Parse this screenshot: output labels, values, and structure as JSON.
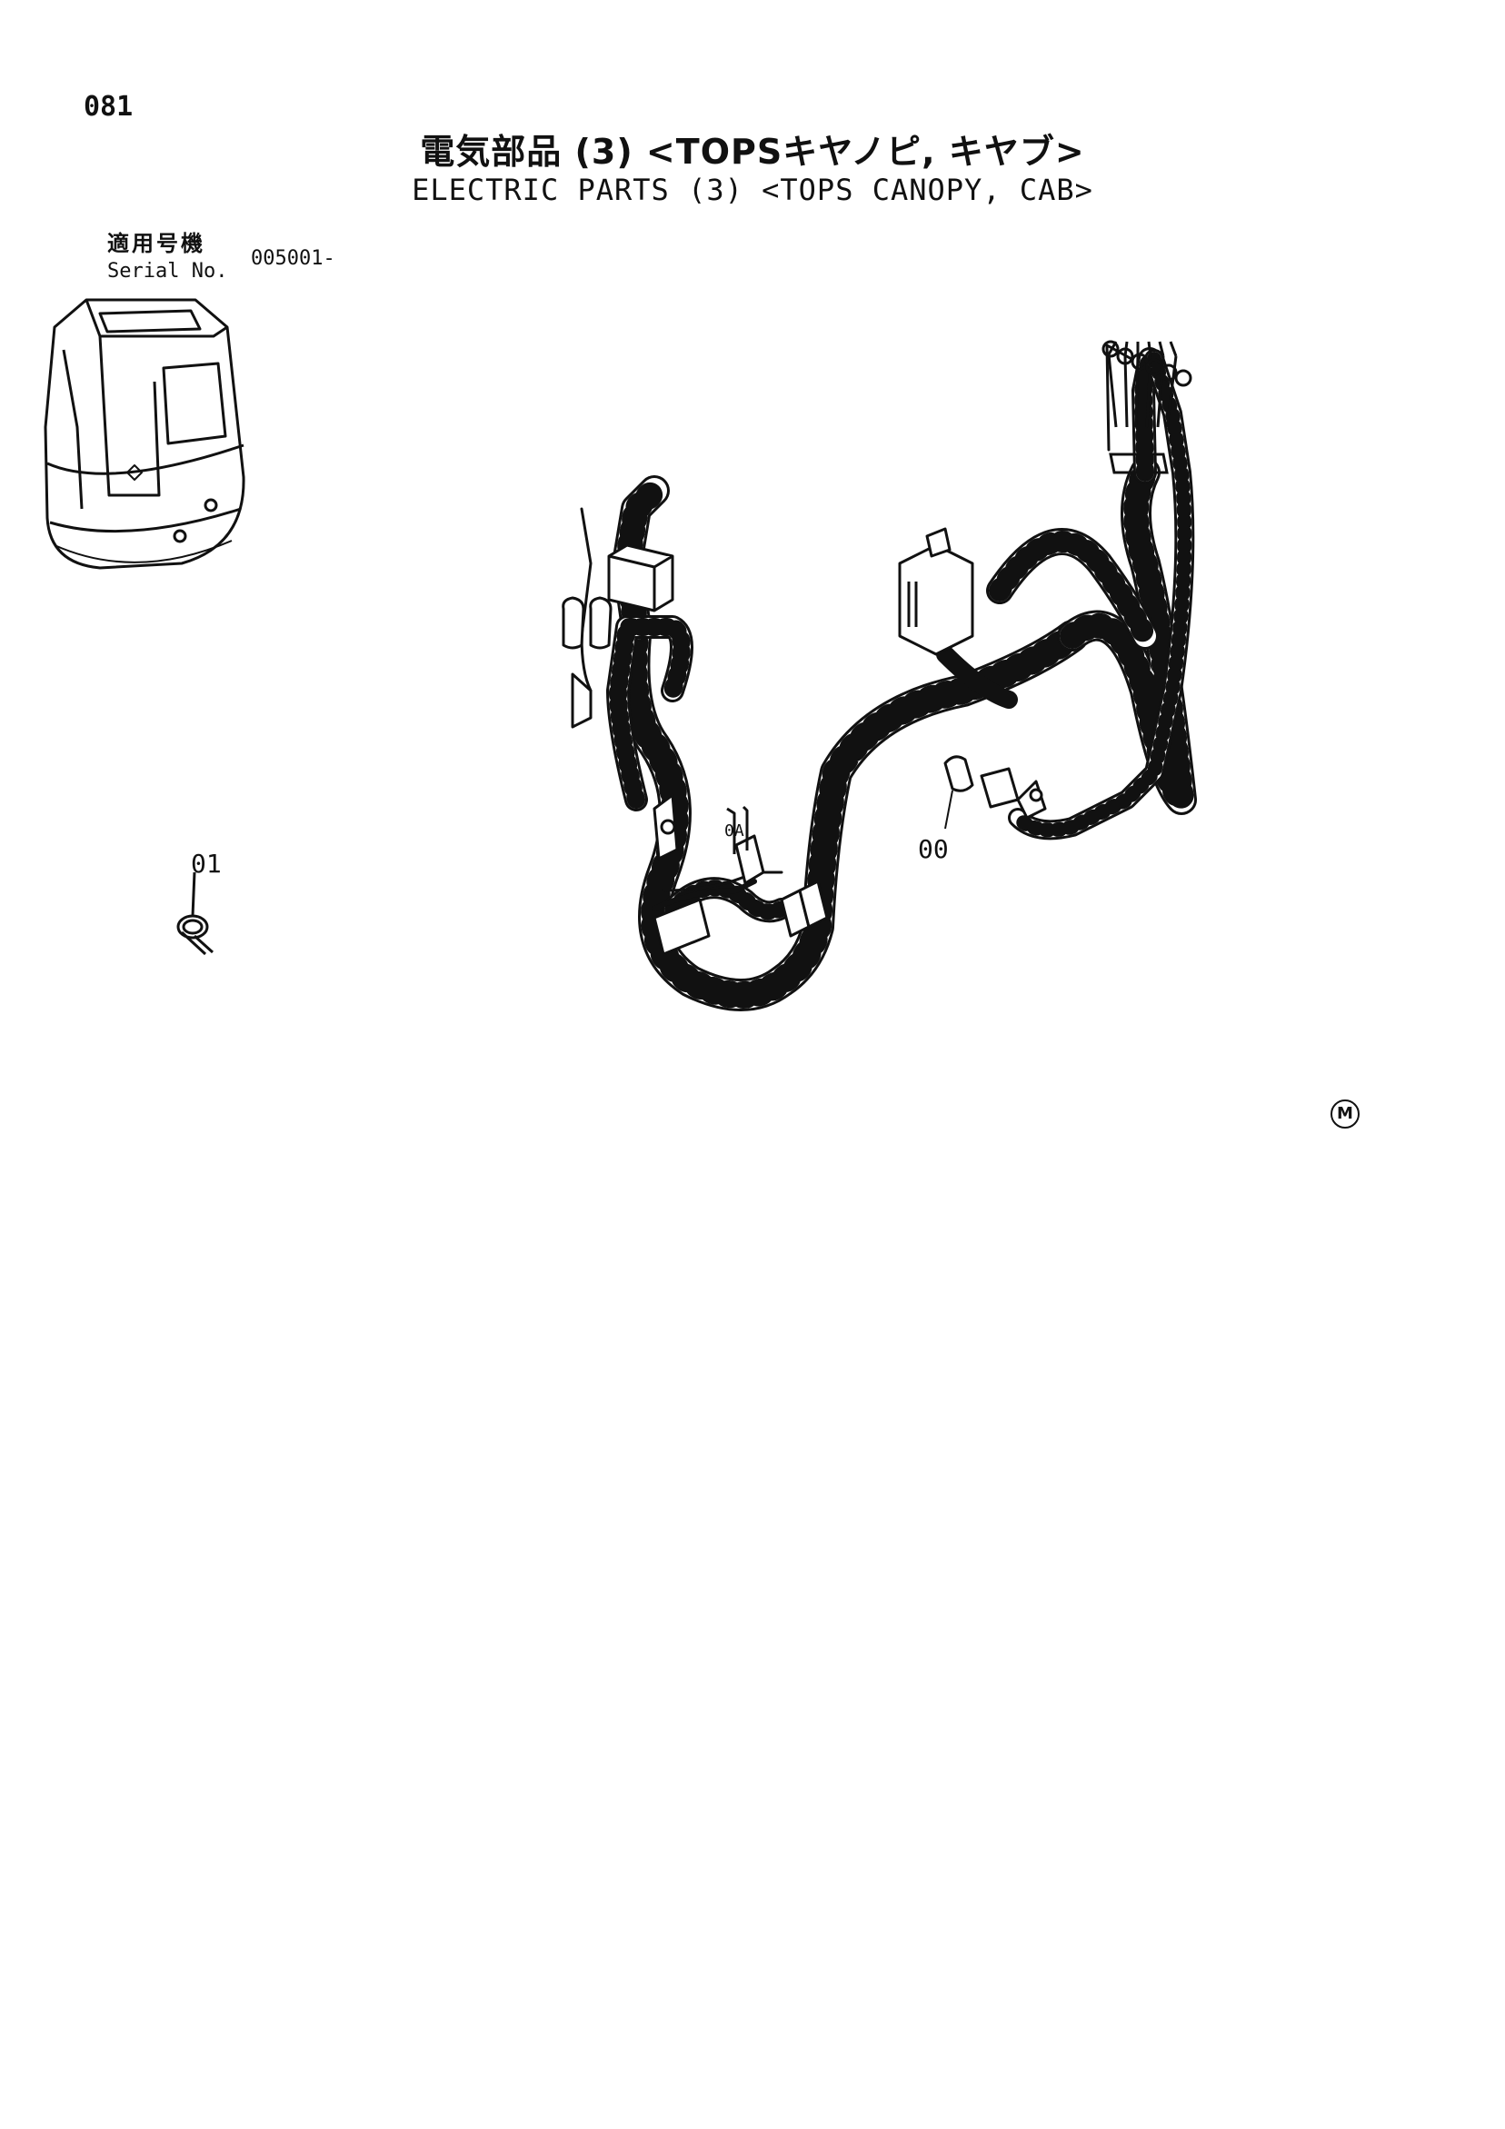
{
  "header": {
    "page_number": "081",
    "title_jp": "電気部品 (3) <TOPSキヤノピ, キヤブ>",
    "title_en": "ELECTRIC PARTS (3) <TOPS CANOPY, CAB>"
  },
  "serial": {
    "label_jp": "適用号機",
    "label_en": "Serial No.",
    "value": "005001-"
  },
  "callouts": {
    "harness": "00",
    "clip": "01",
    "clip_detail": "0A"
  },
  "marks": {
    "circle_m": "M"
  },
  "icons": [
    "cab-thumbnail-icon",
    "harness-drawing",
    "band-clip-icon"
  ],
  "colors": {
    "ink": "#111111",
    "paper": "#ffffff"
  }
}
